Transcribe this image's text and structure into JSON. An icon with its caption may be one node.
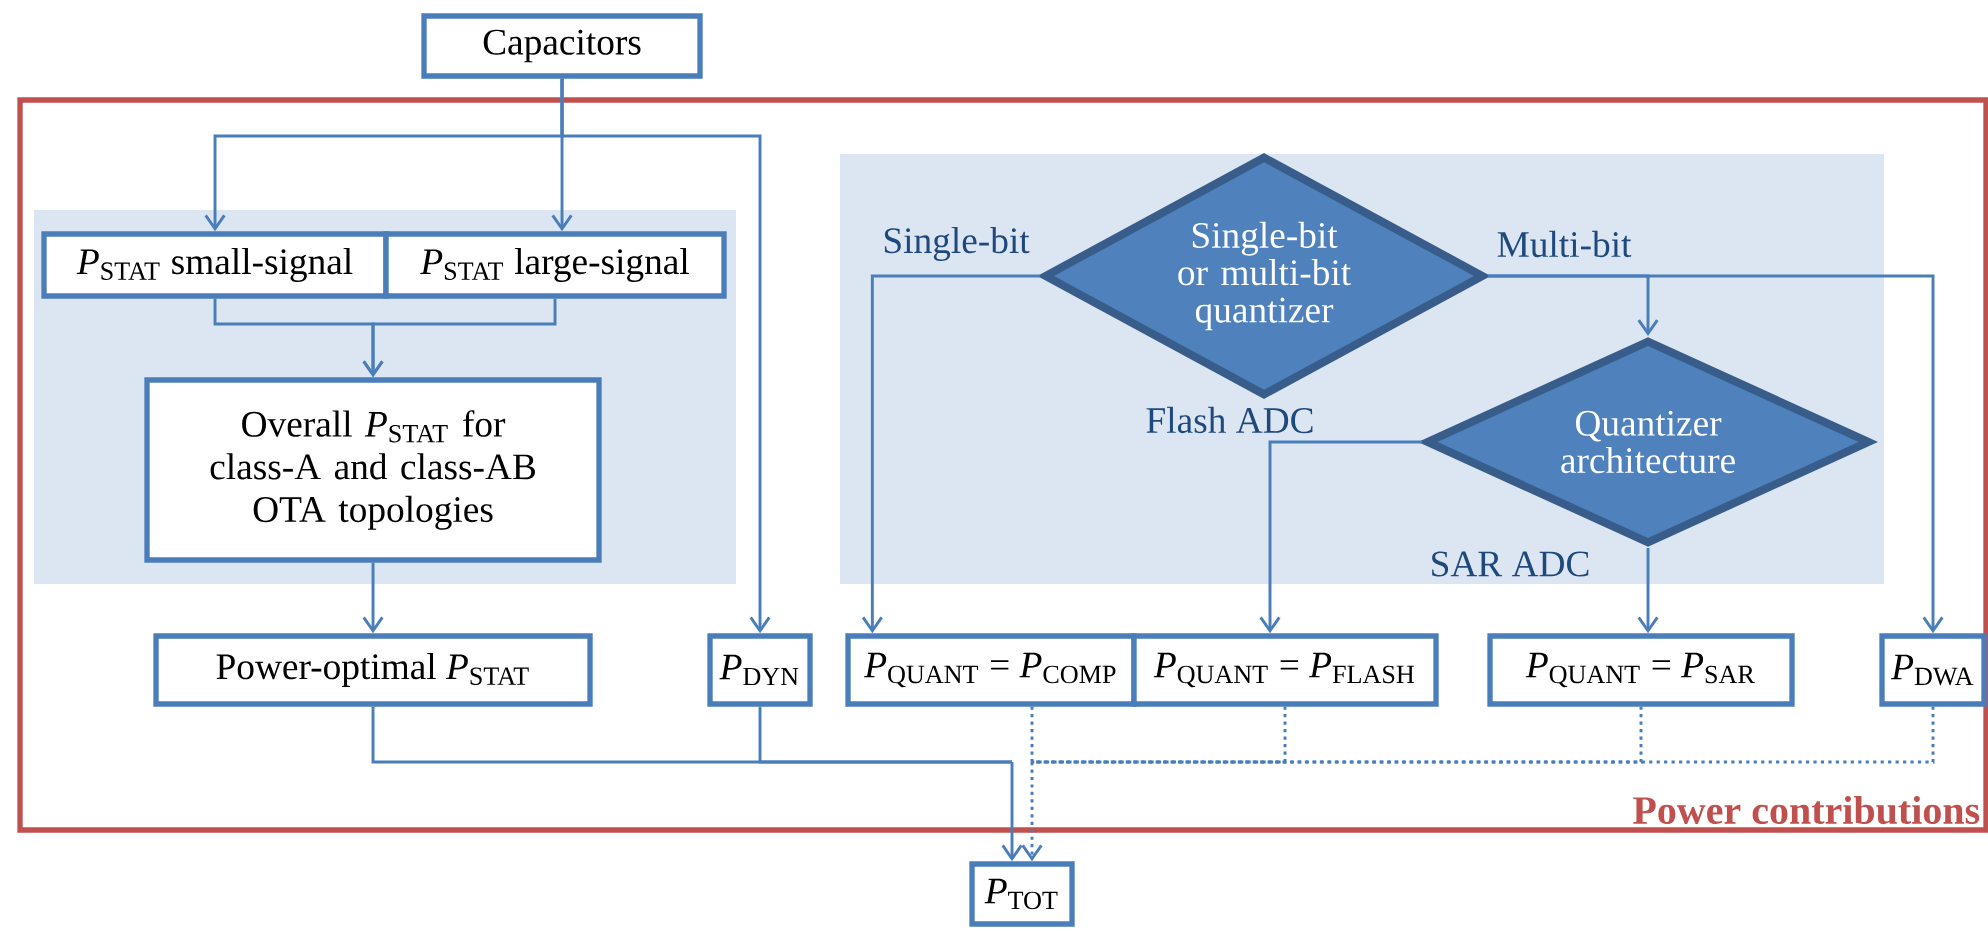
{
  "diagram": {
    "nodes": [
      {
        "text": [
          "Power contributions"
        ]
      },
      {
        "text": [
          "Capacitors"
        ]
      },
      {
        "text": [
          "*P*$_{STAT}$ small-signal"
        ],
        "in": 0
      },
      {
        "text": [
          "*P*$_{STAT}$ large-signal"
        ],
        "in": 0
      },
      {
        "text": [
          "Overall *P*$_{STAT}$ for class-A and class-AB OTA topologies"
        ],
        "in": 0
      },
      {
        "text": [
          "Power-optimal *P*$_{STAT}$"
        ],
        "in": 0
      },
      {
        "text": [
          "*P*$_{DYN}$"
        ],
        "in": 0
      },
      {
        "text": [
          "Single-bit or multi-bit quantizer"
        ],
        "in": 0
      },
      {
        "text": [
          "Quantizer architecture"
        ],
        "in": 0
      },
      {
        "text": [
          "*P*$_{QUANT}$ = *P*$_{COMP}$"
        ],
        "in": 0
      },
      {
        "text": [
          "*P*$_{QUANT}$ = *P*$_{FLASH}$"
        ],
        "in": 0
      },
      {
        "text": [
          "*P*$_{QUANT}$ = *P*$_{SAR}$"
        ],
        "in": 0
      },
      {
        "text": [
          "*P*$_{DWA}$"
        ],
        "in": 0
      },
      {
        "text": [
          "*P*$_{TOT}$"
        ]
      }
    ],
    "edges": [
      {
        "from": 1,
        "to": 2,
        "arrow": "to"
      },
      {
        "from": 1,
        "to": 3,
        "arrow": "to"
      },
      {
        "from": 1,
        "to": 6,
        "arrow": "to"
      },
      {
        "from": 2,
        "to": 4,
        "arrow": "to"
      },
      {
        "from": 3,
        "to": 4,
        "arrow": "to"
      },
      {
        "from": 4,
        "to": 5,
        "arrow": "to"
      },
      {
        "from": 7,
        "to": 9,
        "arrow": "to",
        "label": "Single-bit"
      },
      {
        "from": 7,
        "to": 8,
        "arrow": "to",
        "label": "Multi-bit"
      },
      {
        "from": 7,
        "to": 12,
        "arrow": "to"
      },
      {
        "from": 8,
        "to": 10,
        "arrow": "to",
        "label": "Flash ADC"
      },
      {
        "from": 8,
        "to": 11,
        "arrow": "to",
        "label": "SAR ADC"
      },
      {
        "from": 5,
        "to": 13,
        "arrow": "to"
      },
      {
        "from": 6,
        "to": 13,
        "arrow": "to"
      },
      {
        "from": 9,
        "to": 13,
        "arrow": "to",
        "style": "dashed"
      },
      {
        "from": 10,
        "to": 13,
        "arrow": "to",
        "style": "dashed"
      },
      {
        "from": 11,
        "to": 13,
        "arrow": "to",
        "style": "dashed"
      },
      {
        "from": 12,
        "to": 13,
        "arrow": "to",
        "style": "dashed"
      }
    ]
  }
}
